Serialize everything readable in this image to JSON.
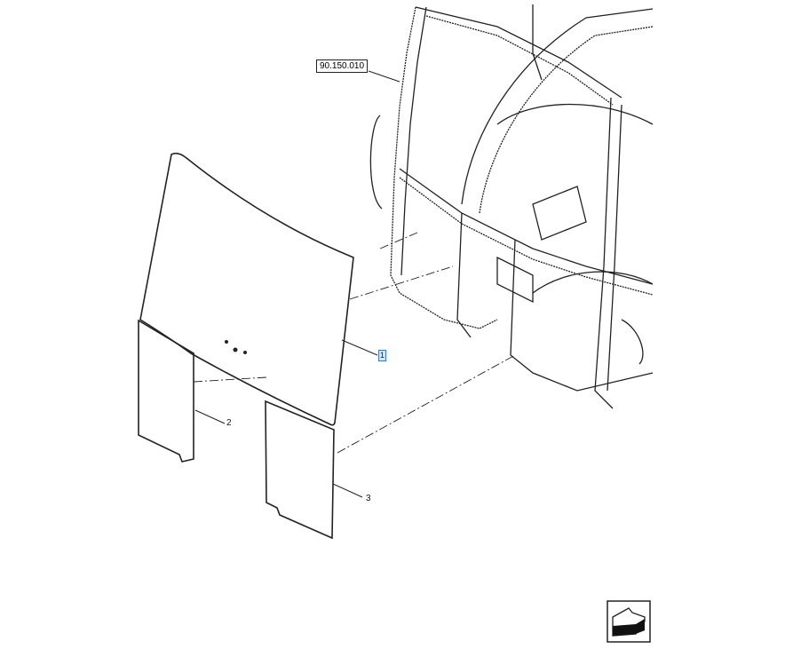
{
  "reference_label": "90.150.010",
  "callouts": [
    {
      "id": "1",
      "selected": true
    },
    {
      "id": "2",
      "selected": false
    },
    {
      "id": "3",
      "selected": false
    }
  ],
  "colors": {
    "line": "#222222",
    "selection": "#3a7bd5"
  },
  "icons": [
    "view-direction-arrow-icon"
  ]
}
